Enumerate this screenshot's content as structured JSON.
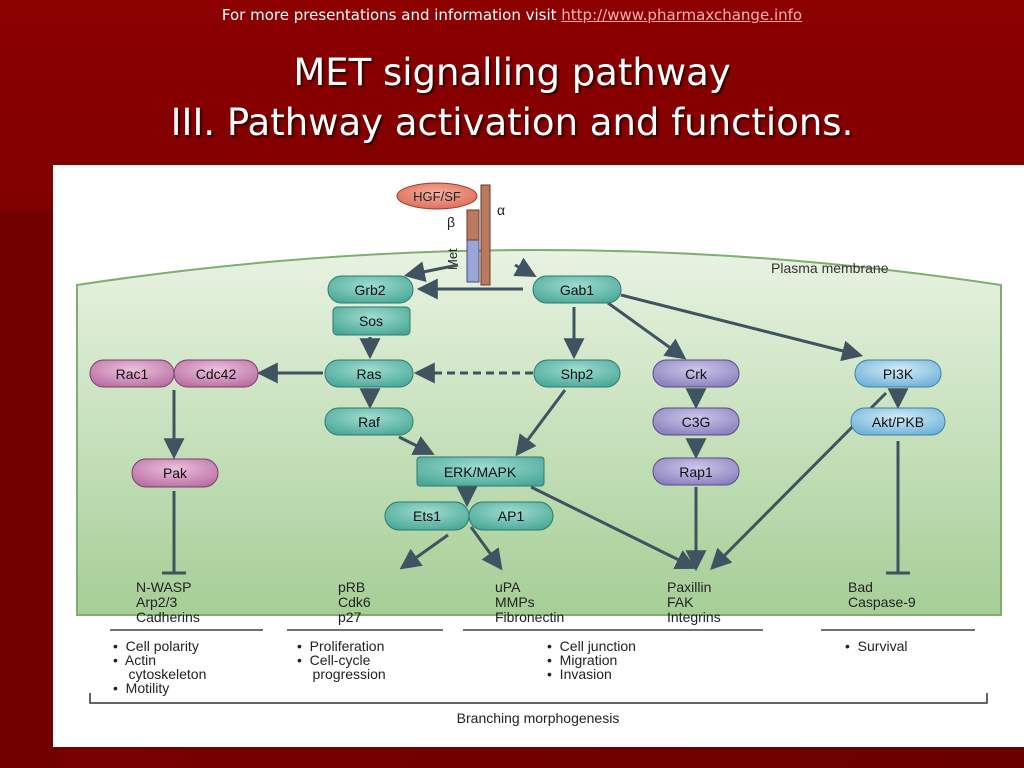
{
  "header": {
    "visit_text": "For more presentations and information visit ",
    "visit_link": "http://www.pharmaxchange.info",
    "title_line1": "MET signalling pathway",
    "title_line2": "III. Pathway activation and functions."
  },
  "diagram": {
    "receptor": {
      "ligand": "HGF/SF",
      "alpha": "α",
      "beta": "β",
      "met": "Met"
    },
    "membrane_label": "Plasma membrane",
    "nodes": {
      "grb2": "Grb2",
      "gab1": "Gab1",
      "sos": "Sos",
      "rac1": "Rac1",
      "cdc42": "Cdc42",
      "ras": "Ras",
      "shp2": "Shp2",
      "crk": "Crk",
      "pi3k": "PI3K",
      "raf": "Raf",
      "c3g": "C3G",
      "aktpkb": "Akt/PKB",
      "pak": "Pak",
      "erkmapk": "ERK/MAPK",
      "rap1": "Rap1",
      "ets1": "Ets1",
      "ap1": "AP1"
    },
    "targets": {
      "col1": [
        "N-WASP",
        "Arp2/3",
        "Cadherins"
      ],
      "col2": [
        "pRB",
        "Cdk6",
        "p27"
      ],
      "col3": [
        "uPA",
        "MMPs",
        "Fibronectin"
      ],
      "col4": [
        "Paxillin",
        "FAK",
        "Integrins"
      ],
      "col5": [
        "Bad",
        "Caspase-9"
      ]
    },
    "functions": {
      "col1": [
        "•  Cell polarity",
        "•  Actin",
        "    cytoskeleton",
        "•  Motility"
      ],
      "col2": [
        "•  Proliferation",
        "•  Cell-cycle",
        "    progression"
      ],
      "col3": [
        "•  Cell junction",
        "•  Migration",
        "•  Invasion"
      ],
      "col4": [
        "•  Survival"
      ]
    },
    "footer": "Branching morphogenesis"
  },
  "colors": {
    "teal_node": "#5fb8a8",
    "pink_node": "#c880b0",
    "purple_node": "#9d92c8",
    "blue_node": "#86c3e3",
    "ligand": "#e07a6a",
    "arrow": "#3f5360",
    "membrane_top": "#e6f2e0",
    "membrane_bottom": "#a8cf98"
  }
}
